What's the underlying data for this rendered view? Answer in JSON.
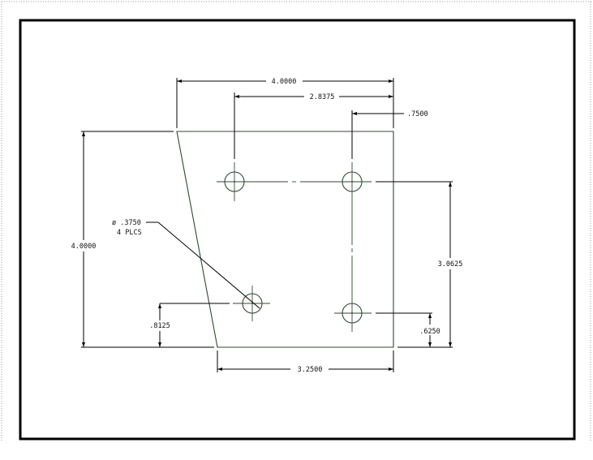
{
  "drawing": {
    "dimensions": {
      "top_width": "4.0000",
      "hole_span_horizontal": "2.8375",
      "hole_edge_offset": ".7500",
      "overall_height": "4.0000",
      "hole_span_vertical": "3.0625",
      "right_hole_height": ".6250",
      "left_hole_height": ".8125",
      "bottom_width": "3.2500"
    },
    "hole_callout": {
      "diameter": "ø .3750",
      "count": "4 PLCS"
    },
    "colors": {
      "part_line": "#2f4a30",
      "dimension_line": "#000000",
      "frame": "#000000"
    }
  }
}
